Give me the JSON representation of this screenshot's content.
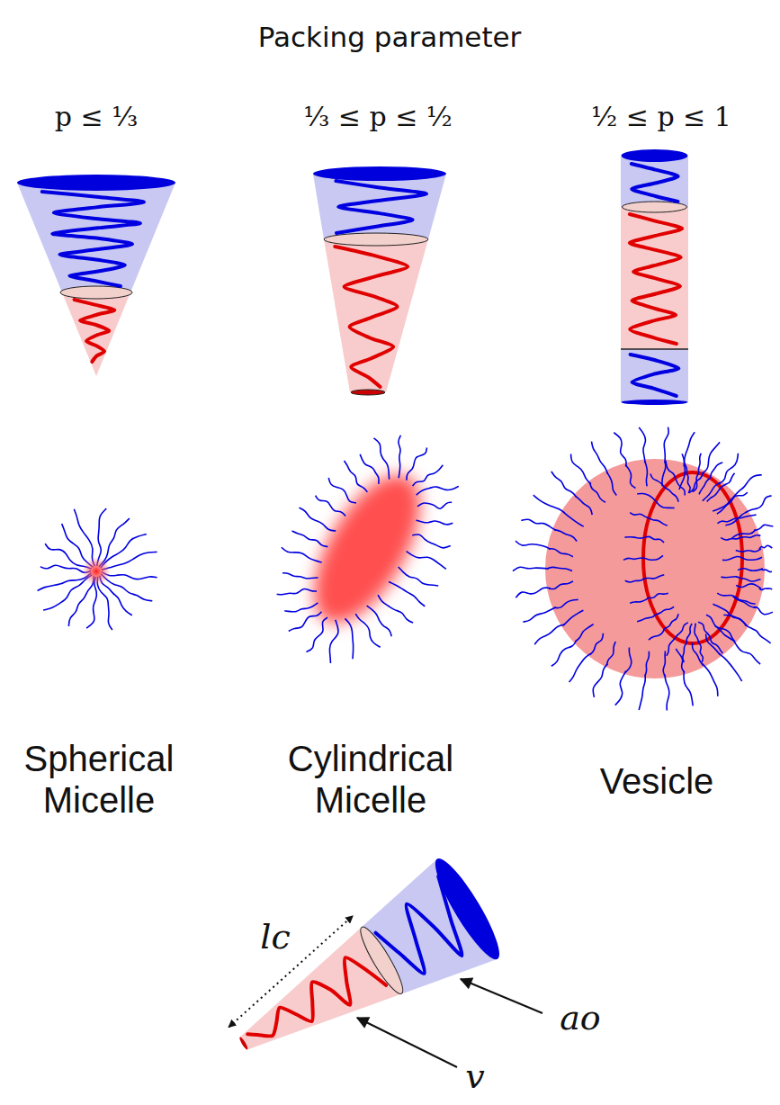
{
  "diagram": {
    "title": "Packing parameter",
    "labels": [
      "p ≤ ¹⁄₃",
      "¹⁄₃ ≤ p ≤ ¹⁄₂",
      "¹⁄₂ ≤ p ≤ 1",
      "Spherical Micelle",
      "Cylindrical Micelle",
      "Vesicle",
      "lc",
      "ao",
      "v"
    ]
  }
}
